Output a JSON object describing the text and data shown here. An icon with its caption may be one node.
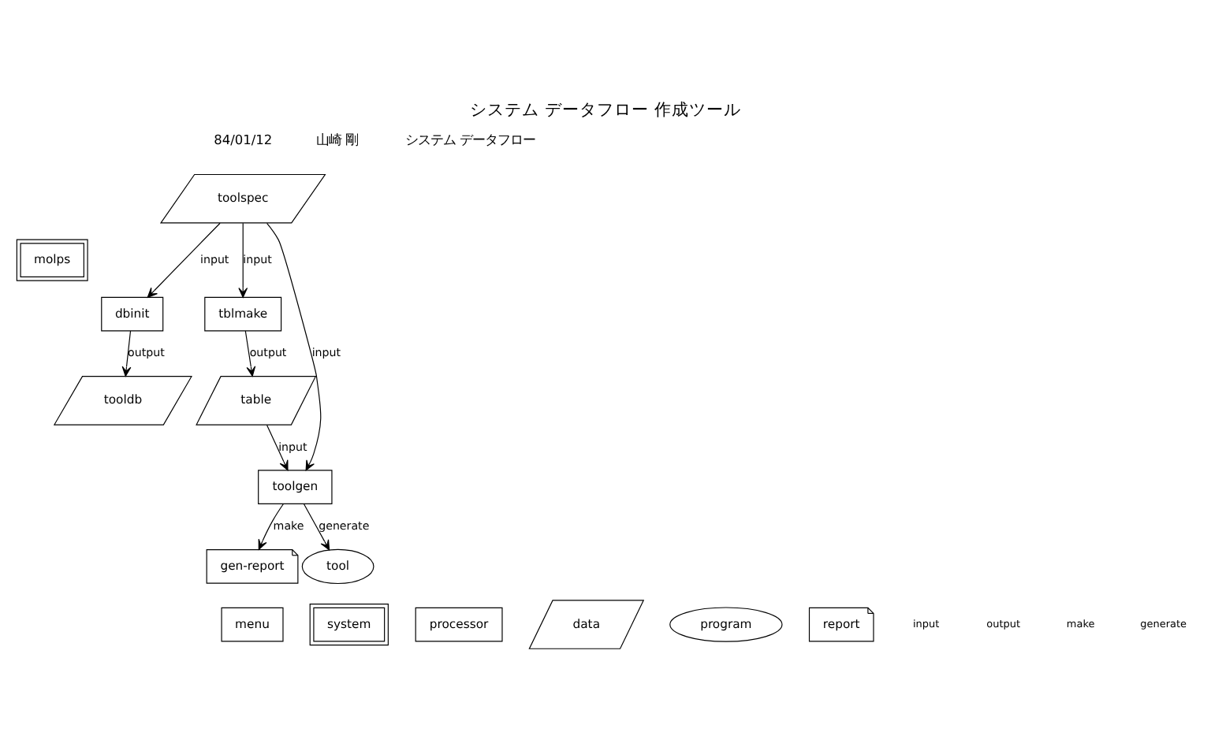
{
  "diagram": {
    "title": "システム データフロー 作成ツール",
    "nodes": [
      {
        "text": [
          "molps"
        ]
      },
      {
        "text": [
          "toolspec"
        ]
      },
      {
        "text": [
          "dbinit"
        ]
      },
      {
        "text": [
          "tblmake"
        ]
      },
      {
        "text": [
          "toolgen"
        ]
      },
      {
        "text": [
          "table"
        ]
      },
      {
        "text": [
          "tooldb"
        ]
      },
      {
        "text": [
          "gen-report"
        ]
      },
      {
        "text": [
          "tool"
        ]
      },
      {
        "text": [
          "menu"
        ]
      },
      {
        "text": [
          "system"
        ]
      },
      {
        "text": [
          "processor"
        ]
      },
      {
        "text": [
          "data"
        ]
      },
      {
        "text": [
          "program"
        ]
      },
      {
        "text": [
          "report"
        ]
      }
    ],
    "edges": [
      {
        "from": 1,
        "to": 2,
        "arrow": "to",
        "label": "input"
      },
      {
        "from": 1,
        "to": 3,
        "arrow": "to",
        "label": "input"
      },
      {
        "from": 1,
        "to": 4,
        "arrow": "to",
        "label": "input"
      },
      {
        "from": 2,
        "to": 6,
        "arrow": "to",
        "label": "output"
      },
      {
        "from": 3,
        "to": 5,
        "arrow": "to",
        "label": "output"
      },
      {
        "from": 5,
        "to": 4,
        "arrow": "to",
        "label": "input"
      },
      {
        "from": 4,
        "to": 7,
        "arrow": "to",
        "label": "make"
      },
      {
        "from": 4,
        "to": 8,
        "arrow": "to",
        "label": "generate"
      }
    ],
    "labels": [
      "84/01/12",
      "山崎 剛",
      "システム データフロー"
    ],
    "legend": [
      {
        "text": "input"
      },
      {
        "text": "output"
      },
      {
        "text": "make"
      },
      {
        "text": "generate"
      }
    ]
  }
}
